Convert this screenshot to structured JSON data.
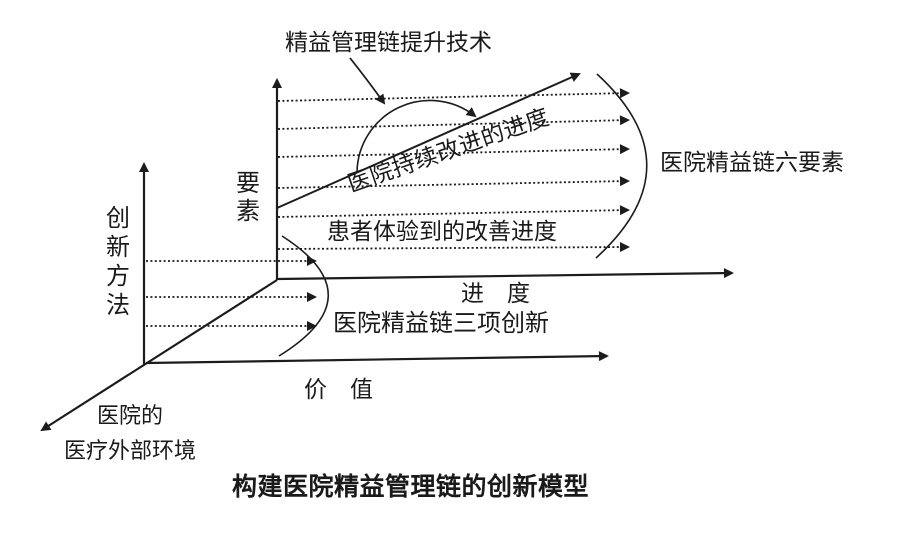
{
  "canvas": {
    "background": "#ffffff",
    "ink_color": "#1c1c1c"
  },
  "title": "构建医院精益管理链的创新模型",
  "axes": {
    "vertical_label": "要素",
    "left_vertical_label": "创新方法",
    "horizontal_label": "进　度",
    "value_label": "价　值",
    "depth_label_line1": "医院的",
    "depth_label_line2": "医疗外部环境"
  },
  "annotations": {
    "top": "精益管理链提升技术",
    "diagonal": "医院持续改进的进度",
    "patient": "患者体验到的改善进度",
    "six_elements": "医院精益链六要素",
    "three_innovations": "医院精益链三项创新"
  },
  "groups": {
    "right_dotted_arrow_count": 6,
    "left_dotted_arrow_count": 3
  }
}
